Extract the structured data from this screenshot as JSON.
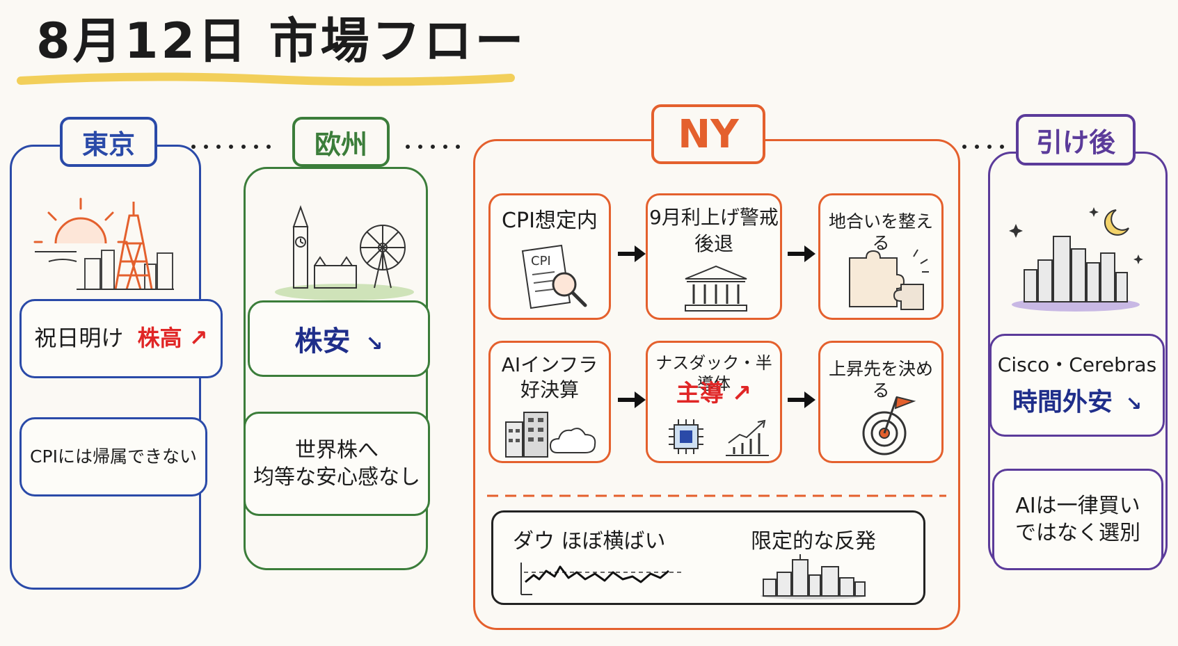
{
  "title": "8月12日 市場フロー",
  "colors": {
    "tokyo": "#2a4aa8",
    "europe": "#3b7d3a",
    "ny": "#e4602d",
    "after": "#5b3b9a",
    "up": "#e02626",
    "down": "#1f2e8a"
  },
  "tokyo": {
    "tag": "東京",
    "event": "祝日明け",
    "result": "株高",
    "note": "CPIには帰属できない"
  },
  "europe": {
    "tag": "欧州",
    "result": "株安",
    "note_line1": "世界株へ",
    "note_line2": "均等な安心感なし"
  },
  "ny": {
    "tag": "NY",
    "cards": [
      {
        "line1": "CPI想定内",
        "doc_label": "CPI"
      },
      {
        "line1": "9月利上げ警戒",
        "line2": "後退"
      },
      {
        "line1": "地合いを整える"
      },
      {
        "line1": "AIインフラ",
        "line2": "好決算"
      },
      {
        "line1": "ナスダック・半導体",
        "line2": "主導"
      },
      {
        "line1": "上昇先を決める"
      }
    ],
    "summary_left": "ダウ ほぼ横ばい",
    "summary_right": "限定的な反発"
  },
  "after": {
    "tag": "引け後",
    "event": "Cisco・Cerebras",
    "result": "時間外安",
    "note_line1": "AIは一律買い",
    "note_line2": "ではなく選別"
  }
}
